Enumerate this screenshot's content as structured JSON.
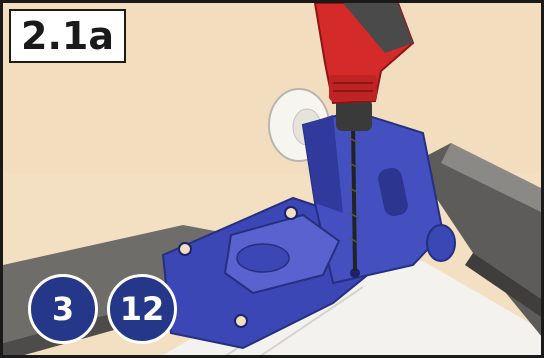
{
  "step": {
    "label": "2.1a"
  },
  "badges": [
    {
      "value": "3"
    },
    {
      "value": "12"
    }
  ],
  "colors": {
    "wall": "#f3dfc2",
    "bracket": "#3b47b5",
    "drill": "#d42a2a",
    "badge": "#243788",
    "rail": "#6b6a68"
  },
  "illustration": {
    "objects": [
      "wall-bracket",
      "power-drill",
      "drill-bit",
      "wall-plug-roll",
      "metal-rail",
      "screws"
    ]
  }
}
